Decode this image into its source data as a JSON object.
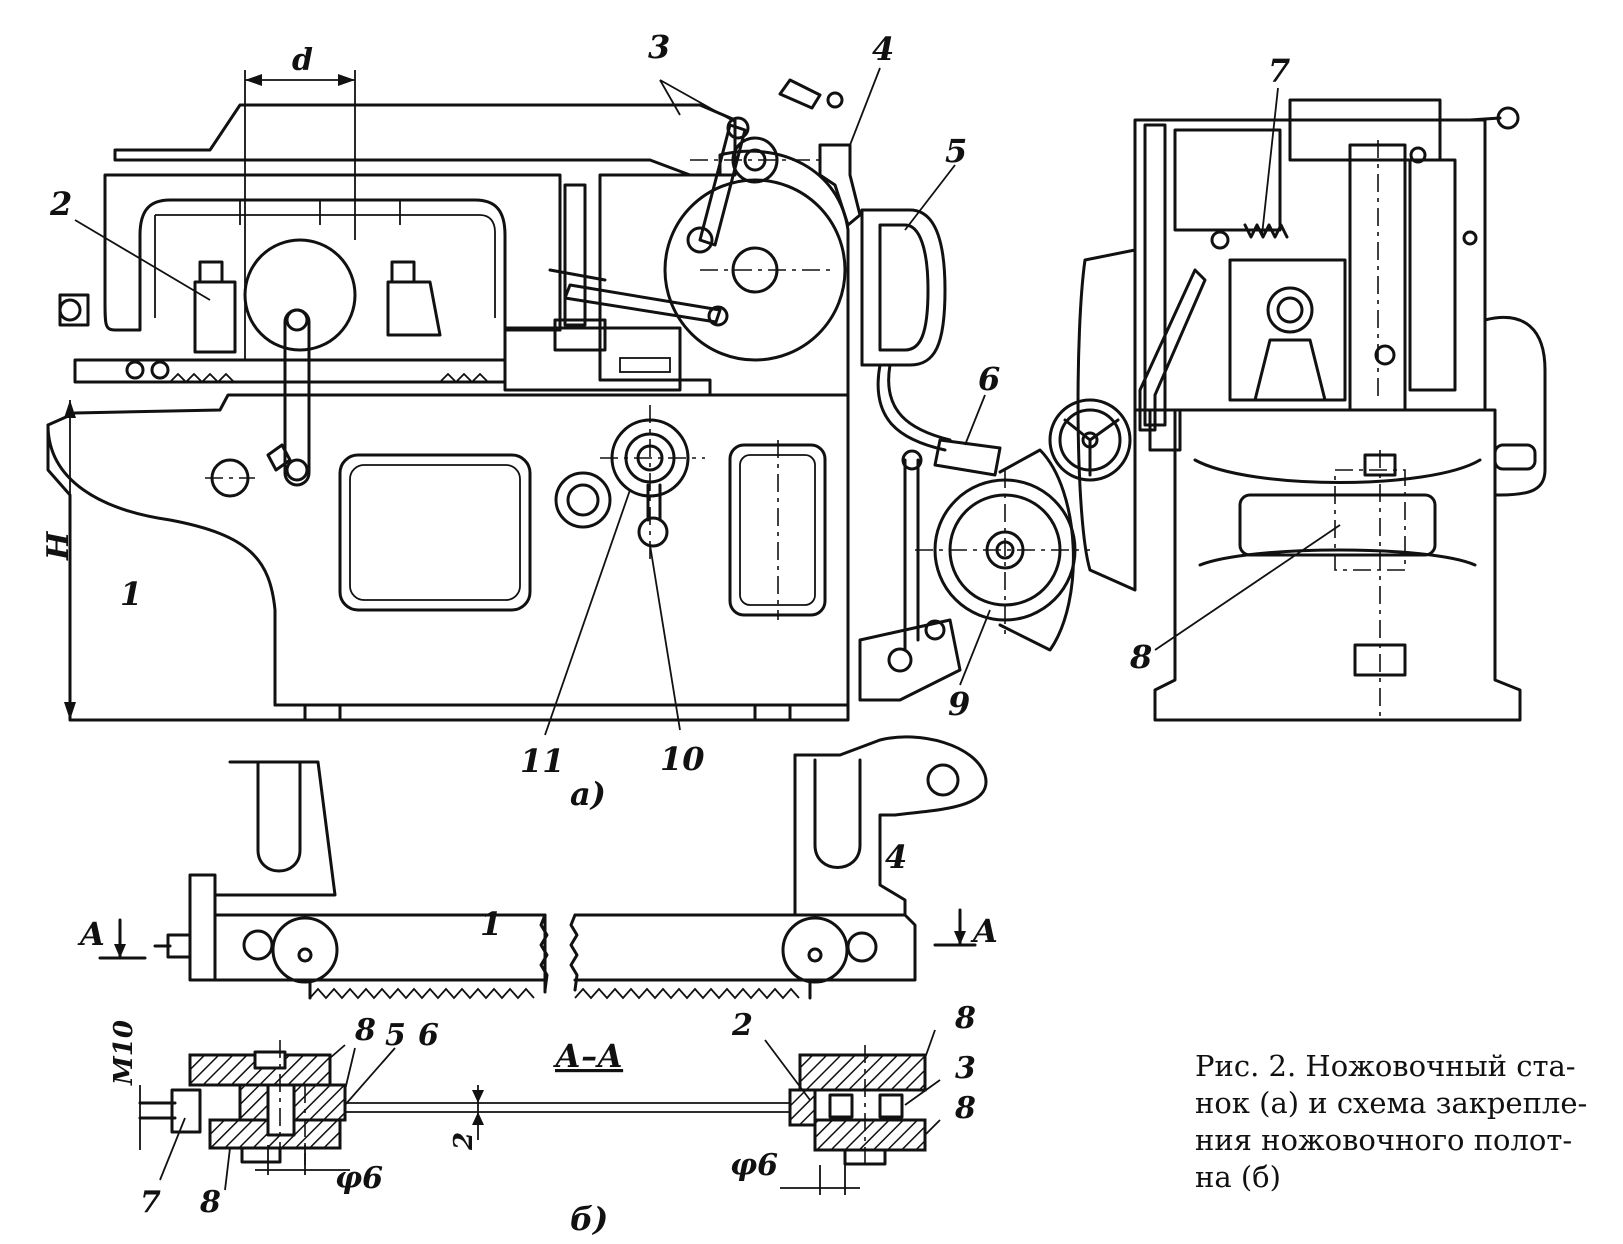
{
  "figure": {
    "view_a_label": "а)",
    "view_b_label": "б)",
    "caption_lines": [
      "Рис. 2. Ножовочный ста-",
      "нок (а) и схема закрепле-",
      "ния ножовочного полот-",
      "на (б)"
    ]
  },
  "view_a": {
    "dimension_d": "d",
    "dimension_H": "H",
    "parts": [
      "1",
      "2",
      "3",
      "4",
      "5",
      "6",
      "9",
      "10",
      "11"
    ]
  },
  "side_view": {
    "parts": [
      "7",
      "8"
    ]
  },
  "view_b": {
    "frame_parts": [
      "1",
      "4"
    ],
    "section_markers": [
      "A",
      "A"
    ],
    "section_title": "А–А",
    "section_parts": [
      "8",
      "5",
      "6",
      "7",
      "8",
      "2",
      "8",
      "3",
      "8"
    ],
    "dim_m10": "M10",
    "dim_phi6_left": "φ6",
    "dim_phi6_right": "φ6",
    "dim_2": "2"
  }
}
